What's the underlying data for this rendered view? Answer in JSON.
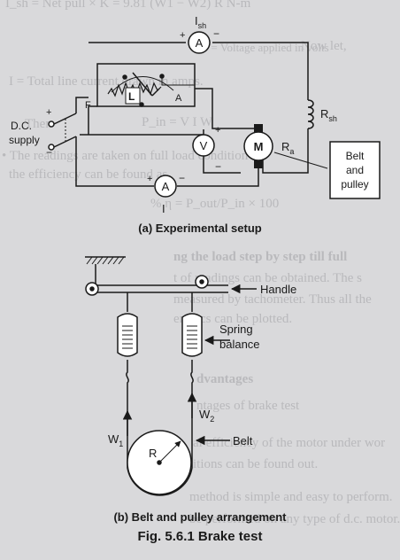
{
  "background_text": {
    "line1": "I_sh  =  Net pull × K = 9.81 (W1 − W2) R    N-m",
    "now_let": "Now let,",
    "v_def": "V  =  Voltage applied in volts",
    "i_def": "I  =  Total line current drawn in amps.",
    "then": "Then",
    "pin": "P_in  =  V I    W",
    "bullet": "• The readings are taken on full load condition",
    "eff_line": "the efficiency can be found as,",
    "eff_formula": "% η  =  P_out/P_in × 100",
    "reduce": "ng the load step by step till full",
    "set": "t of readings can be obtained. The s",
    "tacho": "measured by tachometer. Thus all the",
    "chars": "eristics can be plotted.",
    "adv": "dvantages",
    "adv1": "ntages of brake test",
    "eff2": "al efficiency of the motor under wor",
    "cond": "itions can be found out.",
    "method": "method is simple and easy to perform.",
    "perf": "be performed on any type of d.c. motor."
  },
  "setup": {
    "ish_label": "I",
    "ish_sub": "sh",
    "ammeter_symbol": "A",
    "plus": "+",
    "minus": "−",
    "field_label": "F",
    "armature_label_A": "A",
    "rheostat_label": "L",
    "supply_line1": "D.C.",
    "supply_line2": "supply",
    "voltmeter_symbol": "V",
    "motor_symbol": "M",
    "ra_label": "R",
    "ra_sub": "a",
    "rsh_label": "R",
    "rsh_sub": "sh",
    "load_line1": "Belt",
    "load_line2": "and",
    "load_line3": "pulley",
    "line_current_label": "I"
  },
  "pulley": {
    "handle_label": "Handle",
    "spring_line1": "Spring",
    "spring_line2": "balance",
    "w1_label": "W",
    "w1_sub": "1",
    "w2_label": "W",
    "w2_sub": "2",
    "belt_label": "Belt",
    "radius_label": "R"
  },
  "captions": {
    "setup": "(a) Experimental setup",
    "pulley": "(b) Belt and pulley arrangement",
    "figure": "Fig. 5.6.1 Brake test"
  }
}
